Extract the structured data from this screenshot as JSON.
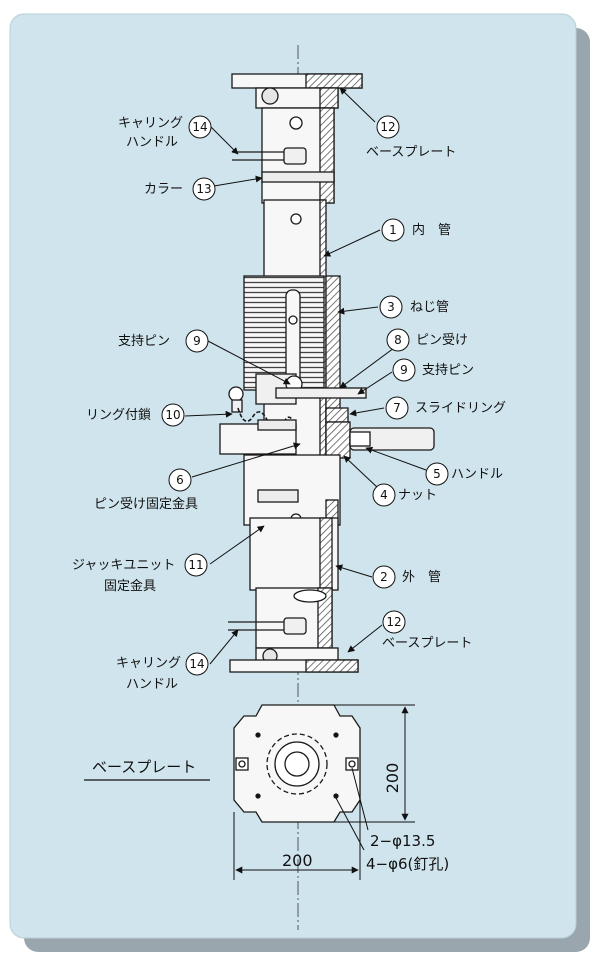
{
  "colors": {
    "panel": "#cfe4ec",
    "shadow": "#9aa6ad",
    "line": "#1a1a1a",
    "pipe_fill": "#f7f7f7",
    "hatch": "#6d6d6d"
  },
  "labels": {
    "n1": {
      "num": "1",
      "text": "内　管"
    },
    "n2": {
      "num": "2",
      "text": "外　管"
    },
    "n3": {
      "num": "3",
      "text": "ねじ管"
    },
    "n4": {
      "num": "4",
      "text": "ナット"
    },
    "n5": {
      "num": "5",
      "text": "ハンドル"
    },
    "n6": {
      "num": "6",
      "text": "ピン受け固定金具"
    },
    "n7": {
      "num": "7",
      "text": "スライドリング"
    },
    "n8": {
      "num": "8",
      "text": "ピン受け"
    },
    "n9a": {
      "num": "9",
      "text": "支持ピン"
    },
    "n9b": {
      "num": "9",
      "text": "支持ピン"
    },
    "n10": {
      "num": "10",
      "text": "リング付鎖"
    },
    "n11": {
      "num": "11",
      "line1": "ジャッキユニット",
      "line2": "固定金具"
    },
    "n12a": {
      "num": "12",
      "text": "ベースプレート"
    },
    "n12b": {
      "num": "12",
      "text": "ベースプレート"
    },
    "n13": {
      "num": "13",
      "text": "カラー"
    },
    "n14a": {
      "num": "14",
      "line1": "キャリング",
      "line2": "ハンドル"
    },
    "n14b": {
      "num": "14",
      "line1": "キャリング",
      "line2": "ハンドル"
    }
  },
  "base_plate": {
    "title": "ベースプレート",
    "width": "200",
    "height": "200",
    "hole_large": "2−φ13.5",
    "hole_small": "4−φ6(釘孔)"
  }
}
